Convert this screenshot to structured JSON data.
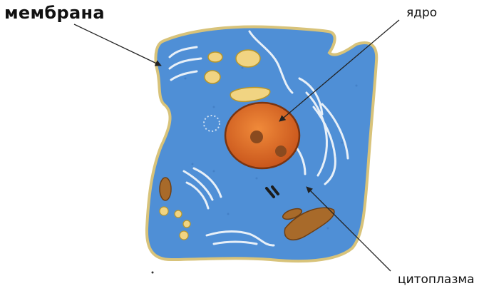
{
  "labels": {
    "membrane": "мембрана",
    "nucleus": "ядро",
    "cytoplasm": "цитоплазма"
  },
  "colors": {
    "cytoplasm_fill": "#4f8fd6",
    "membrane_stroke": "#d8c37a",
    "nucleus_fill": "#e0742f",
    "nucleolus_fill": "#8a4a1f",
    "organelle_yellow": "#f1d482",
    "mitochondria": "#a86a2a",
    "reticulum": "#e8f0f8"
  }
}
